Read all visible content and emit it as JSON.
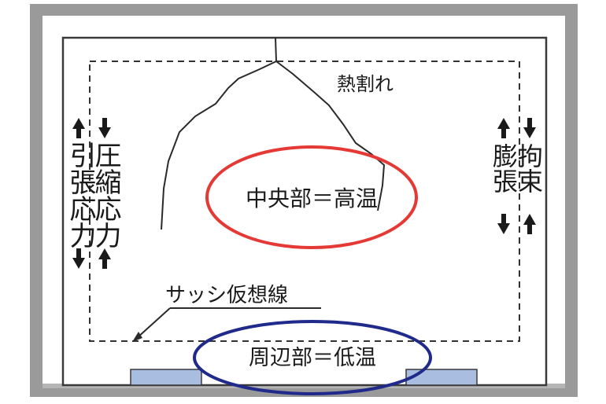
{
  "labels": {
    "crack": "熱割れ",
    "center": "中央部＝高温",
    "perimeter": "周辺部＝低温",
    "sash_line": "サッシ仮想線",
    "left_stress": [
      "引張応力",
      "圧縮応力"
    ],
    "right_stress": [
      "膨張",
      "拘束"
    ]
  },
  "colors": {
    "frame": "#9a9a9a",
    "glass_edge": "#3a3a3a",
    "center_ellipse": "#e53935",
    "perimeter_ellipse": "#1f2a8a",
    "setting_block": "#a9bde0"
  },
  "icons": {
    "up": "arrow-up-icon",
    "down": "arrow-down-icon"
  }
}
